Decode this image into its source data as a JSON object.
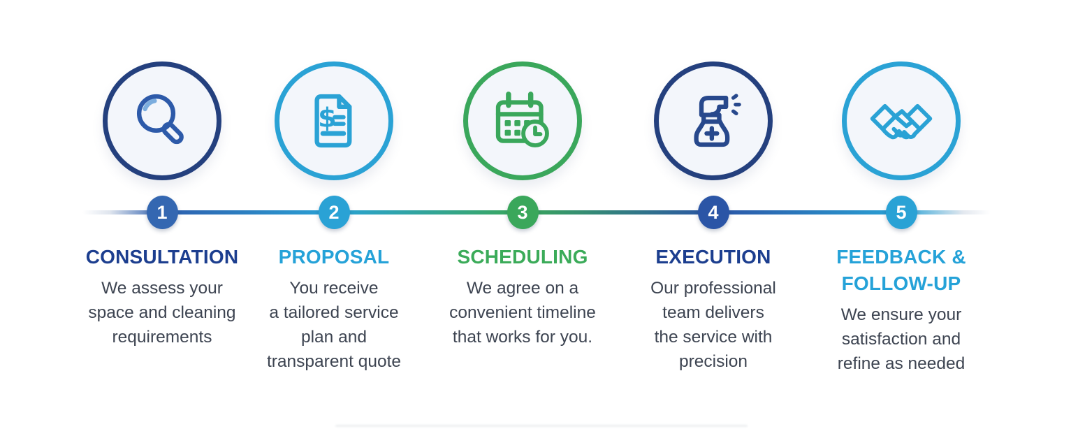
{
  "description_color": "#3d4451",
  "circle_fill": "#f3f6fb",
  "timeline": {
    "gradient": [
      "rgba(226,232,240,0) 0%",
      "#dfe5ee 3%",
      "#2e5fae 8.8%",
      "#2aa2d5 27.7%",
      "#3aa75b 48.5%",
      "#2b55a6 69.5%",
      "#2aa2d5 90.2%",
      "#e3e8ef 97%",
      "rgba(227,232,239,0) 100%"
    ]
  },
  "steps": [
    {
      "number": "1",
      "title": "CONSULTATION",
      "description": "We assess your\nspace and cleaning\nrequirements",
      "icon": "magnifier-icon",
      "colors": {
        "circle": "#24407e",
        "icon": "#2d5aa9",
        "highlight": "#7badde",
        "badge": "#3467b1",
        "title": "#1c3e8f"
      }
    },
    {
      "number": "2",
      "title": "PROPOSAL",
      "description": "You receive\na tailored service\nplan and\ntransparent quote",
      "icon": "invoice-icon",
      "colors": {
        "circle": "#2aa2d5",
        "icon": "#2aa2d5",
        "badge": "#2aa2d5",
        "title": "#25a2d8"
      }
    },
    {
      "number": "3",
      "title": "SCHEDULING",
      "description": "We agree on a\nconvenient timeline\nthat works for you.",
      "icon": "calendar-clock-icon",
      "colors": {
        "circle": "#3aa75b",
        "icon": "#3aa75b",
        "badge": "#3aa75b",
        "title": "#3bab59"
      }
    },
    {
      "number": "4",
      "title": "EXECUTION",
      "description": "Our professional\nteam delivers\nthe service with\nprecision",
      "icon": "spray-bottle-icon",
      "colors": {
        "circle": "#24407e",
        "icon": "#27488c",
        "badge": "#2b55a6",
        "title": "#1c3e8f"
      }
    },
    {
      "number": "5",
      "title": "FEEDBACK & FOLLOW-UP",
      "description": "We ensure your\nsatisfaction and\nrefine as needed",
      "icon": "handshake-icon",
      "colors": {
        "circle": "#2aa2d5",
        "icon": "#2aa2d5",
        "badge": "#2aa2d5",
        "title": "#25a2d8"
      }
    }
  ]
}
